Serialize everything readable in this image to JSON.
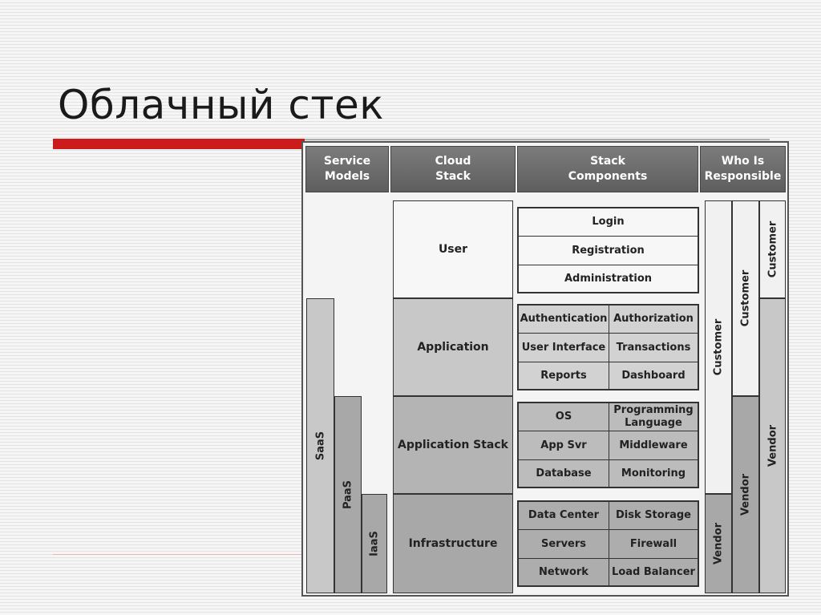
{
  "slide": {
    "title": "Облачный стек"
  },
  "headers": {
    "service_models": "Service\nModels",
    "cloud_stack": "Cloud\nStack",
    "stack_components": "Stack\nComponents",
    "who_is_responsible": "Who Is\nResponsible"
  },
  "service_models": [
    "SaaS",
    "PaaS",
    "IaaS"
  ],
  "cloud_stack": [
    "User",
    "Application",
    "Application Stack",
    "Infrastructure"
  ],
  "components": {
    "user": [
      "Login",
      "Registration",
      "Administration"
    ],
    "application": [
      "Authentication",
      "Authorization",
      "User Interface",
      "Transactions",
      "Reports",
      "Dashboard"
    ],
    "application_stack": [
      "OS",
      "Programming Language",
      "App Svr",
      "Middleware",
      "Database",
      "Monitoring"
    ],
    "infrastructure": [
      "Data Center",
      "Disk Storage",
      "Servers",
      "Firewall",
      "Network",
      "Load Balancer"
    ]
  },
  "responsibility": {
    "saas": {
      "customer": "Customer",
      "vendor": "Vendor"
    },
    "paas": {
      "customer": "Customer",
      "vendor": "Vendor"
    },
    "iaas": {
      "customer": "Customer",
      "vendor": "Vendor"
    }
  },
  "colors": {
    "title_rule": "#cc1b1b",
    "header_bg": "#6a6a6a",
    "block_medium": "#c8c8c8",
    "block_dark": "#a8a8a8"
  }
}
